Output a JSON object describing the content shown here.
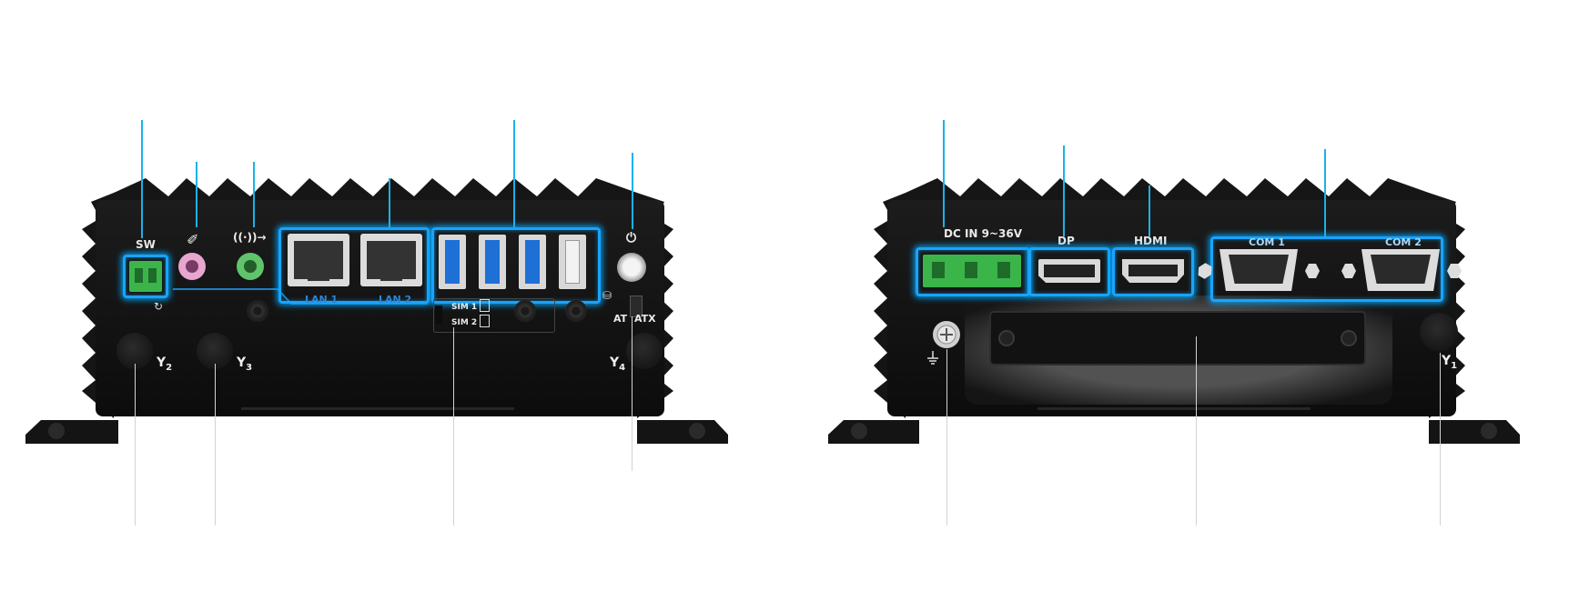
{
  "front_panel": {
    "sw_label": "SW",
    "lan1_label": "LAN 1",
    "lan2_label": "LAN 2",
    "sim1_label": "SIM 1",
    "sim2_label": "SIM 2",
    "at_label": "AT",
    "atx_label": "ATX",
    "antennas": [
      {
        "symbol": "Y",
        "number": "2"
      },
      {
        "symbol": "Y",
        "number": "3"
      },
      {
        "symbol": "Y",
        "number": "4"
      }
    ]
  },
  "rear_panel": {
    "dcin_label": "DC IN 9~36V",
    "dp_label": "DP",
    "hdmi_label": "HDMI",
    "com1_label": "COM 1",
    "com2_label": "COM 2",
    "antennas": [
      {
        "symbol": "Y",
        "number": "1"
      }
    ]
  },
  "colors": {
    "highlight": "#1aa3ff",
    "callout_line": "#19b2ea",
    "chassis": "#111111",
    "terminal_green": "#3bb54a"
  }
}
